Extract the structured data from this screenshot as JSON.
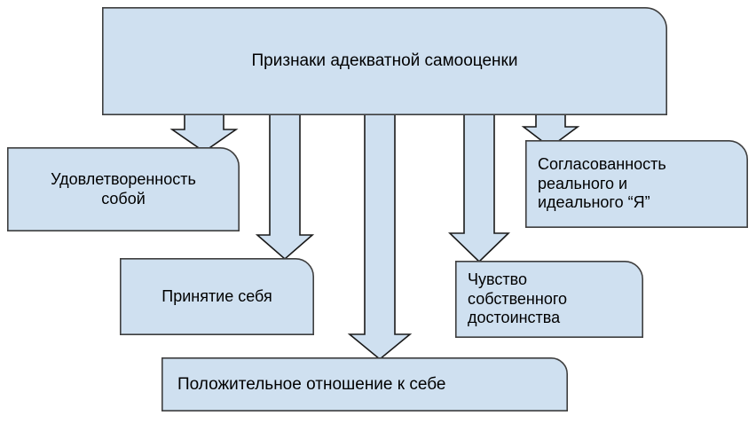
{
  "diagram": {
    "title_node": {
      "id": "title",
      "label": "Признаки адекватной самооценки",
      "align": "center"
    },
    "nodes": [
      {
        "id": "satisfaction",
        "label": "Удовлетворенность\nсобой",
        "align": "center"
      },
      {
        "id": "acceptance",
        "label": "Принятие себя",
        "align": "center"
      },
      {
        "id": "positive",
        "label": "Положительное отношение к себе",
        "align": "left"
      },
      {
        "id": "dignity",
        "label": "Чувство\nсобственного\nдостоинства",
        "align": "left"
      },
      {
        "id": "congruence",
        "label": "Согласованность\nреального и\nидеального “Я”",
        "align": "left"
      }
    ],
    "connectors": [
      {
        "id": "arrow-to-satisfaction",
        "from": "title",
        "to": "satisfaction"
      },
      {
        "id": "arrow-to-acceptance",
        "from": "title",
        "to": "acceptance"
      },
      {
        "id": "arrow-to-positive",
        "from": "title",
        "to": "positive"
      },
      {
        "id": "arrow-to-dignity",
        "from": "title",
        "to": "dignity"
      },
      {
        "id": "arrow-to-congruence",
        "from": "title",
        "to": "congruence"
      }
    ],
    "colors": {
      "node_fill": "#cfe0f0",
      "node_stroke": "#3f3f3f",
      "arrow_fill": "#cfe0f0",
      "arrow_stroke": "#1a1a1a",
      "text": "#000000",
      "background": "#ffffff"
    }
  }
}
